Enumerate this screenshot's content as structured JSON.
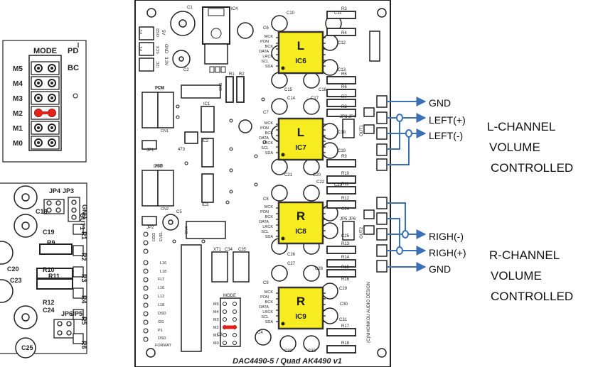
{
  "mode_panel": {
    "header": "MODE",
    "side_labels": [
      "PD",
      "BC"
    ],
    "rows": [
      "M5",
      "M4",
      "M3",
      "M2",
      "M1",
      "M0"
    ],
    "active_row": "M2",
    "jumper_color": "#e8201a"
  },
  "board": {
    "title": "DAC4490-5 / Quad AK4490 v1",
    "vendor_text": "(C)NIHONKOU AUDIO DESIGN",
    "chips": [
      {
        "letter": "L",
        "name": "IC6"
      },
      {
        "letter": "L",
        "name": "IC7"
      },
      {
        "letter": "R",
        "name": "IC8"
      },
      {
        "letter": "R",
        "name": "IC9"
      }
    ],
    "chip_color": "#f7ec1f",
    "small_ics": [
      "IC4",
      "IC1",
      "IC2",
      "IC3"
    ],
    "capacitors": [
      "C1",
      "C2",
      "C3",
      "C4",
      "C5",
      "C6",
      "C7",
      "C8",
      "C9",
      "C10",
      "C11",
      "C12",
      "C13",
      "C14",
      "C15",
      "C16",
      "C17",
      "C18",
      "C19",
      "C20",
      "C21",
      "C22",
      "C23",
      "C24",
      "C25",
      "C26",
      "C27",
      "C28",
      "C29",
      "C30",
      "C31",
      "C32",
      "C33"
    ],
    "resistors": [
      "R1",
      "R2",
      "R3",
      "R4",
      "R5",
      "R6",
      "R7",
      "R8",
      "R9",
      "R10",
      "R11",
      "R12",
      "R13",
      "R14",
      "R15",
      "R16",
      "R17",
      "R18"
    ],
    "signal_labels": [
      "PON",
      "BCK",
      "DATA",
      "LRCK",
      "SCL",
      "SDA",
      "MCK"
    ],
    "mode_label": "MODE",
    "mode_rows": [
      "M5",
      "M4",
      "M3",
      "M2",
      "M1",
      "M0"
    ],
    "left_labels": [
      "P2",
      "P1",
      "ODD",
      "EVEL",
      "FLT",
      "L16",
      "L12",
      "L18",
      "DSD",
      "I2S",
      "P1",
      "L16",
      "L18",
      "DSD",
      "FORMAT",
      "OSR",
      "SCK",
      "I2C",
      "PCM",
      "ASR"
    ],
    "jumpers": [
      "JP1",
      "JP2",
      "JP3",
      "JP4",
      "JP5",
      "JP6"
    ],
    "outputs": [
      "OUT1",
      "OUT2"
    ],
    "connectors": [
      "CN1",
      "CN2",
      "CN3",
      "CN4"
    ],
    "parts": [
      "XT1",
      "C34",
      "C35",
      "473",
      "PCM",
      "DSD",
      "5V",
      "3.3V",
      "GND"
    ]
  },
  "side_panel": {
    "parts": [
      "JP4",
      "JP3",
      "C18",
      "C19",
      "R9",
      "C20",
      "R10",
      "R11",
      "C23",
      "R12",
      "C24",
      "JP6",
      "JP5",
      "C25",
      "OUT1",
      "GND",
      "R1",
      "R2",
      "R3",
      "R4",
      "R5",
      "R6"
    ]
  },
  "annotations": {
    "left_group": [
      "GND",
      "LEFT(+)",
      "LEFT(-)"
    ],
    "left_caption": [
      "L-CHANNEL",
      "VOLUME",
      "CONTROLLED"
    ],
    "right_group": [
      "RIGH(-)",
      "RIGH(+)",
      "GND"
    ],
    "right_caption": [
      "R-CHANNEL",
      "VOLUME",
      "CONTROLLED"
    ],
    "arrow_color": "#3b6fb6"
  }
}
